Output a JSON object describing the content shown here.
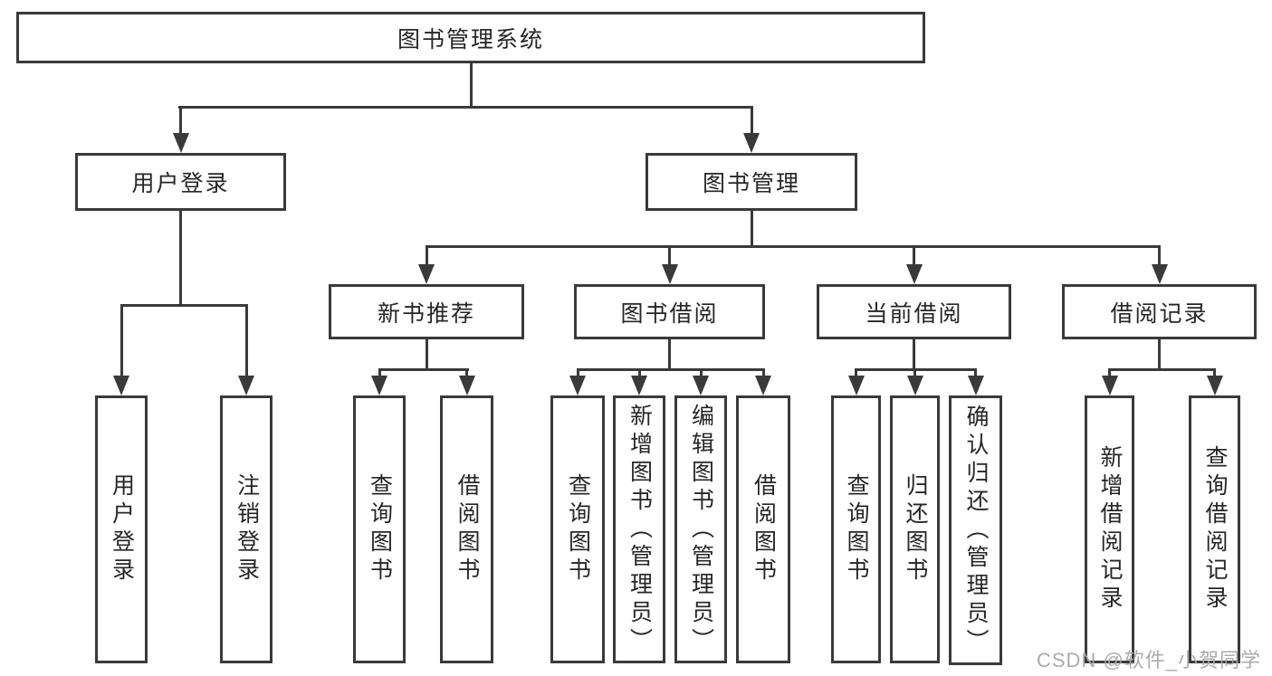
{
  "diagram": {
    "title": "图书管理系统",
    "tree": {
      "root": {
        "label": "图书管理系统",
        "children": [
          {
            "label": "用户登录",
            "children": [
              {
                "label": "用户登录"
              },
              {
                "label": "注销登录"
              }
            ]
          },
          {
            "label": "图书管理",
            "children": [
              {
                "label": "新书推荐",
                "children": [
                  {
                    "label": "查询图书"
                  },
                  {
                    "label": "借阅图书"
                  }
                ]
              },
              {
                "label": "图书借阅",
                "children": [
                  {
                    "label": "查询图书"
                  },
                  {
                    "label": "新增图书（管理员）"
                  },
                  {
                    "label": "编辑图书（管理员）"
                  },
                  {
                    "label": "借阅图书"
                  }
                ]
              },
              {
                "label": "当前借阅",
                "children": [
                  {
                    "label": "查询图书"
                  },
                  {
                    "label": "归还图书"
                  },
                  {
                    "label": "确认归还（管理员）"
                  }
                ]
              },
              {
                "label": "借阅记录",
                "children": [
                  {
                    "label": "新增借阅记录"
                  },
                  {
                    "label": "查询借阅记录"
                  }
                ]
              }
            ]
          }
        ]
      }
    },
    "colors": {
      "line": "#3a3a3a",
      "text": "#262626",
      "watermark": "#a6a6a6",
      "background": "#ffffff"
    }
  },
  "watermark": {
    "text": "CSDN @软件_小贺同学"
  }
}
